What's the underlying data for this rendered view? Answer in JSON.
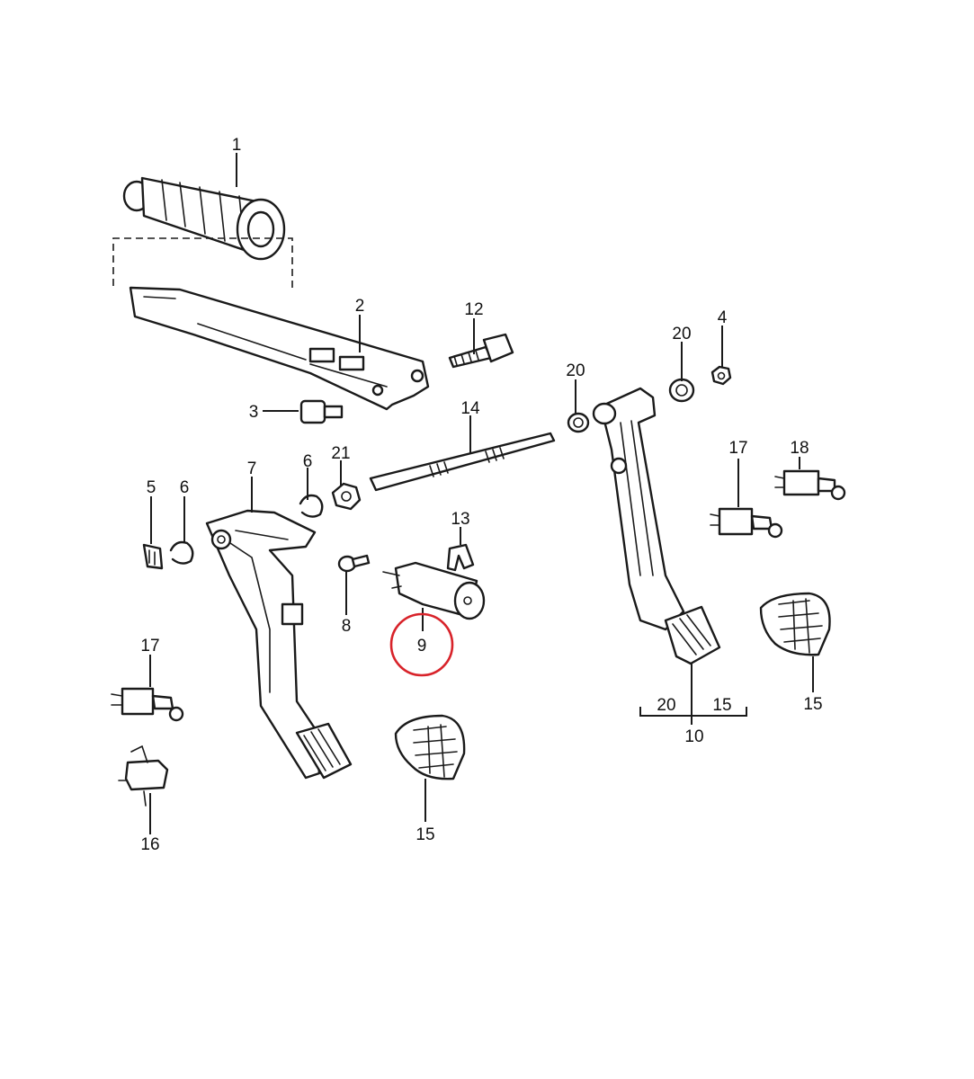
{
  "callouts": {
    "p1": "1",
    "p2": "2",
    "p3": "3",
    "p4": "4",
    "p5": "5",
    "p6a": "6",
    "p6b": "6",
    "p7": "7",
    "p8": "8",
    "p9": "9",
    "p10": "10",
    "p12": "12",
    "p13": "13",
    "p14": "14",
    "p15a": "15",
    "p15b": "15",
    "p15c": "15",
    "p16": "16",
    "p17a": "17",
    "p17b": "17",
    "p18": "18",
    "p20a": "20",
    "p20b": "20",
    "p20c": "20",
    "p21": "21"
  },
  "highlight": {
    "part": "9",
    "color": "#d8232a"
  }
}
